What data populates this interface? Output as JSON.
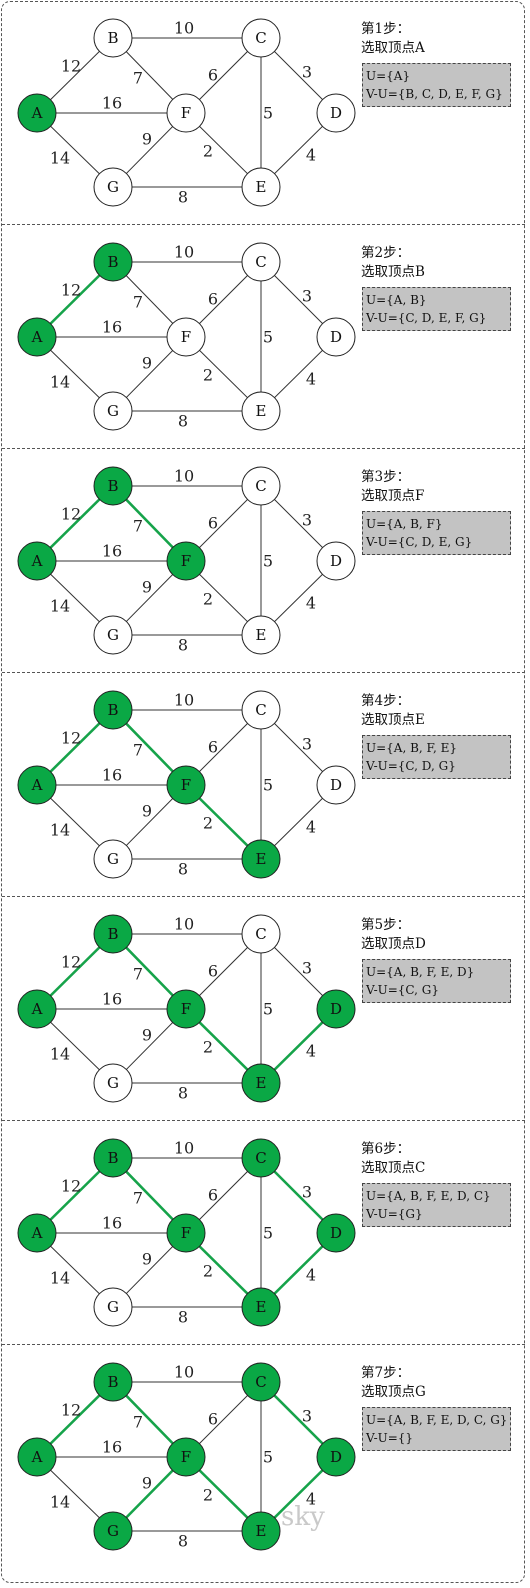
{
  "colors": {
    "selected_fill": "#0aa845",
    "selected_edge": "#16a34a",
    "normal_edge": "#333333",
    "node_fill": "#ffffff",
    "set_box": "#c3c3c3"
  },
  "nodes": [
    "A",
    "B",
    "C",
    "D",
    "E",
    "F",
    "G"
  ],
  "edges": [
    {
      "u": "A",
      "v": "B",
      "w": "12"
    },
    {
      "u": "A",
      "v": "F",
      "w": "16"
    },
    {
      "u": "A",
      "v": "G",
      "w": "14"
    },
    {
      "u": "B",
      "v": "C",
      "w": "10"
    },
    {
      "u": "B",
      "v": "F",
      "w": "7"
    },
    {
      "u": "C",
      "v": "F",
      "w": "6"
    },
    {
      "u": "C",
      "v": "E",
      "w": "5"
    },
    {
      "u": "C",
      "v": "D",
      "w": "3"
    },
    {
      "u": "F",
      "v": "G",
      "w": "9"
    },
    {
      "u": "F",
      "v": "E",
      "w": "2"
    },
    {
      "u": "G",
      "v": "E",
      "w": "8"
    },
    {
      "u": "D",
      "v": "E",
      "w": "4"
    }
  ],
  "steps": [
    {
      "title": "第1步：",
      "action": "选取顶点A",
      "U": "U={A}",
      "VU": "V-U={B, C, D, E, F, G}",
      "selected": [
        "A"
      ],
      "tree_edges": []
    },
    {
      "title": "第2步：",
      "action": "选取顶点B",
      "U": "U={A, B}",
      "VU": "V-U={C, D, E, F, G}",
      "selected": [
        "A",
        "B"
      ],
      "tree_edges": [
        "A-B"
      ]
    },
    {
      "title": "第3步：",
      "action": "选取顶点F",
      "U": "U={A, B, F}",
      "VU": "V-U={C, D, E, G}",
      "selected": [
        "A",
        "B",
        "F"
      ],
      "tree_edges": [
        "A-B",
        "B-F"
      ]
    },
    {
      "title": "第4步：",
      "action": "选取顶点E",
      "U": "U={A, B, F, E}",
      "VU": "V-U={C, D, G}",
      "selected": [
        "A",
        "B",
        "F",
        "E"
      ],
      "tree_edges": [
        "A-B",
        "B-F",
        "F-E"
      ]
    },
    {
      "title": "第5步：",
      "action": "选取顶点D",
      "U": "U={A, B, F, E, D}",
      "VU": "V-U={C, G}",
      "selected": [
        "A",
        "B",
        "F",
        "E",
        "D"
      ],
      "tree_edges": [
        "A-B",
        "B-F",
        "F-E",
        "D-E"
      ]
    },
    {
      "title": "第6步：",
      "action": "选取顶点C",
      "U": "U={A, B, F, E, D, C}",
      "VU": "V-U={G}",
      "selected": [
        "A",
        "B",
        "F",
        "E",
        "D",
        "C"
      ],
      "tree_edges": [
        "A-B",
        "B-F",
        "F-E",
        "D-E",
        "C-D"
      ]
    },
    {
      "title": "第7步：",
      "action": "选取顶点G",
      "U": "U={A, B, F, E, D, C, G}",
      "VU": "V-U={}",
      "selected": [
        "A",
        "B",
        "F",
        "E",
        "D",
        "C",
        "G"
      ],
      "tree_edges": [
        "A-B",
        "B-F",
        "F-E",
        "D-E",
        "C-D",
        "F-G"
      ]
    }
  ],
  "watermark": "sky"
}
